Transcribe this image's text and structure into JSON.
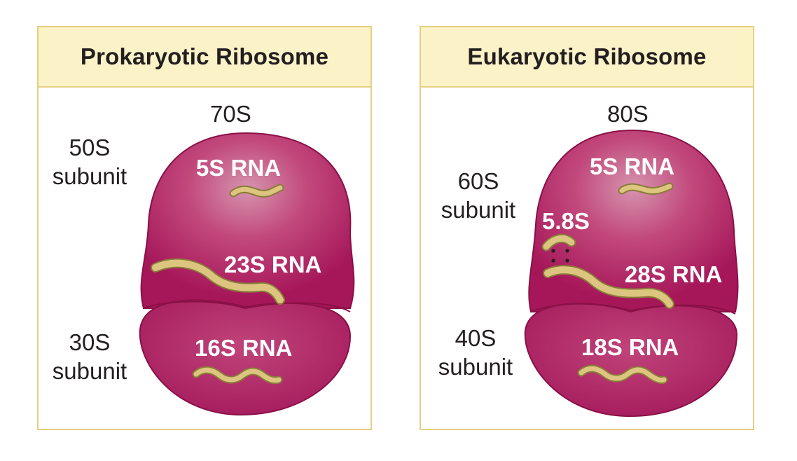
{
  "prokaryotic": {
    "title": "Prokaryotic Ribosome",
    "whole": "70S",
    "large_subunit": {
      "size": "50S",
      "word": "subunit"
    },
    "small_subunit": {
      "size": "30S",
      "word": "subunit"
    },
    "rnas": {
      "r5s": "5S RNA",
      "r23s": "23S RNA",
      "r16s": "16S RNA"
    }
  },
  "eukaryotic": {
    "title": "Eukaryotic Ribosome",
    "whole": "80S",
    "large_subunit": {
      "size": "60S",
      "word": "subunit"
    },
    "small_subunit": {
      "size": "40S",
      "word": "subunit"
    },
    "rnas": {
      "r5s": "5S RNA",
      "r58s": "5.8S",
      "r28s": "28S RNA",
      "r18s": "18S RNA"
    }
  },
  "colors": {
    "ribosome": "#b01e5c",
    "ribosome_highlight": "#d07a9c",
    "rna_strand": "#d9c07a",
    "panel_border": "#e5cf83",
    "header_bg": "#fbf2c8"
  }
}
